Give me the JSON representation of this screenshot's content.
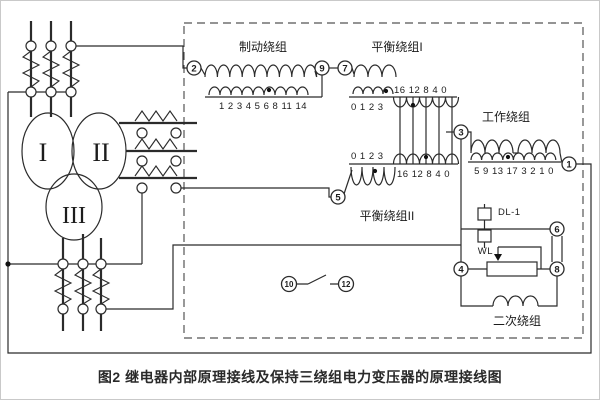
{
  "figure": {
    "caption": "图2 继电器内部原理接线及保持三绕组电力变压器的原理接线图"
  },
  "transformer": {
    "winding1": "I",
    "winding2": "II",
    "winding3": "III"
  },
  "relay": {
    "windings": {
      "braking": {
        "label": "制动绕组",
        "taps": "1 2 3 4 5 6 8 11 14"
      },
      "balance1": {
        "label": "平衡绕组I",
        "taps_upper": "16 12 8 4 0",
        "taps_lower": "0 1 2 3"
      },
      "balance2": {
        "label": "平衡绕组II",
        "taps_upper": "0 1 2 3",
        "taps_lower": "16 12 8 4 0"
      },
      "working": {
        "label": "工作绕组",
        "taps": "5 9 13 17 3 2 1 0"
      },
      "secondary": {
        "label": "二次绕组"
      }
    },
    "components": {
      "breaker_contact": "DL-1",
      "rheostat": "WL"
    },
    "terminals": {
      "t1": "1",
      "t2": "2",
      "t3": "3",
      "t4": "4",
      "t5": "5",
      "t6": "6",
      "t7": "7",
      "t8": "8",
      "t9": "9",
      "t10": "10",
      "t12": "12"
    }
  },
  "colors": {
    "line": "#2b2b2b",
    "background": "#ffffff",
    "border": "#c9c9c9"
  }
}
